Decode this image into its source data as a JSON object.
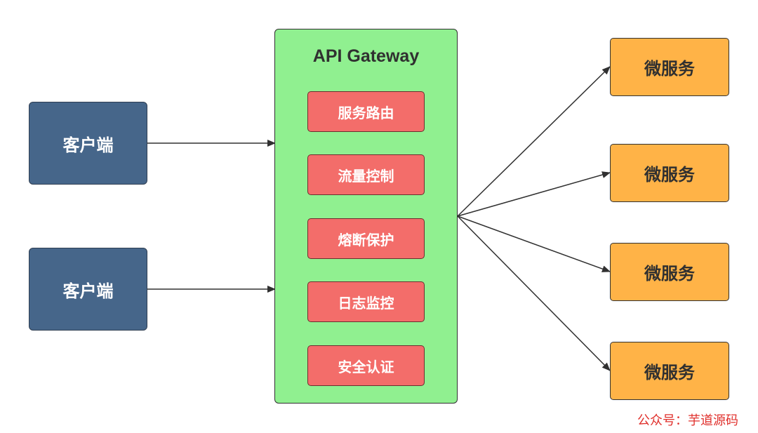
{
  "gateway": {
    "title": "API Gateway",
    "features": [
      "服务路由",
      "流量控制",
      "熔断保护",
      "日志监控",
      "安全认证"
    ]
  },
  "clients": [
    "客户端",
    "客户端"
  ],
  "services": [
    "微服务",
    "微服务",
    "微服务",
    "微服务"
  ],
  "watermark": "公众号：芋道源码",
  "colors": {
    "client_fill": "#46668a",
    "gateway_fill": "#90f090",
    "feature_fill": "#f36d6a",
    "service_fill": "#ffb347",
    "watermark": "#e0302c",
    "line": "#303030"
  }
}
